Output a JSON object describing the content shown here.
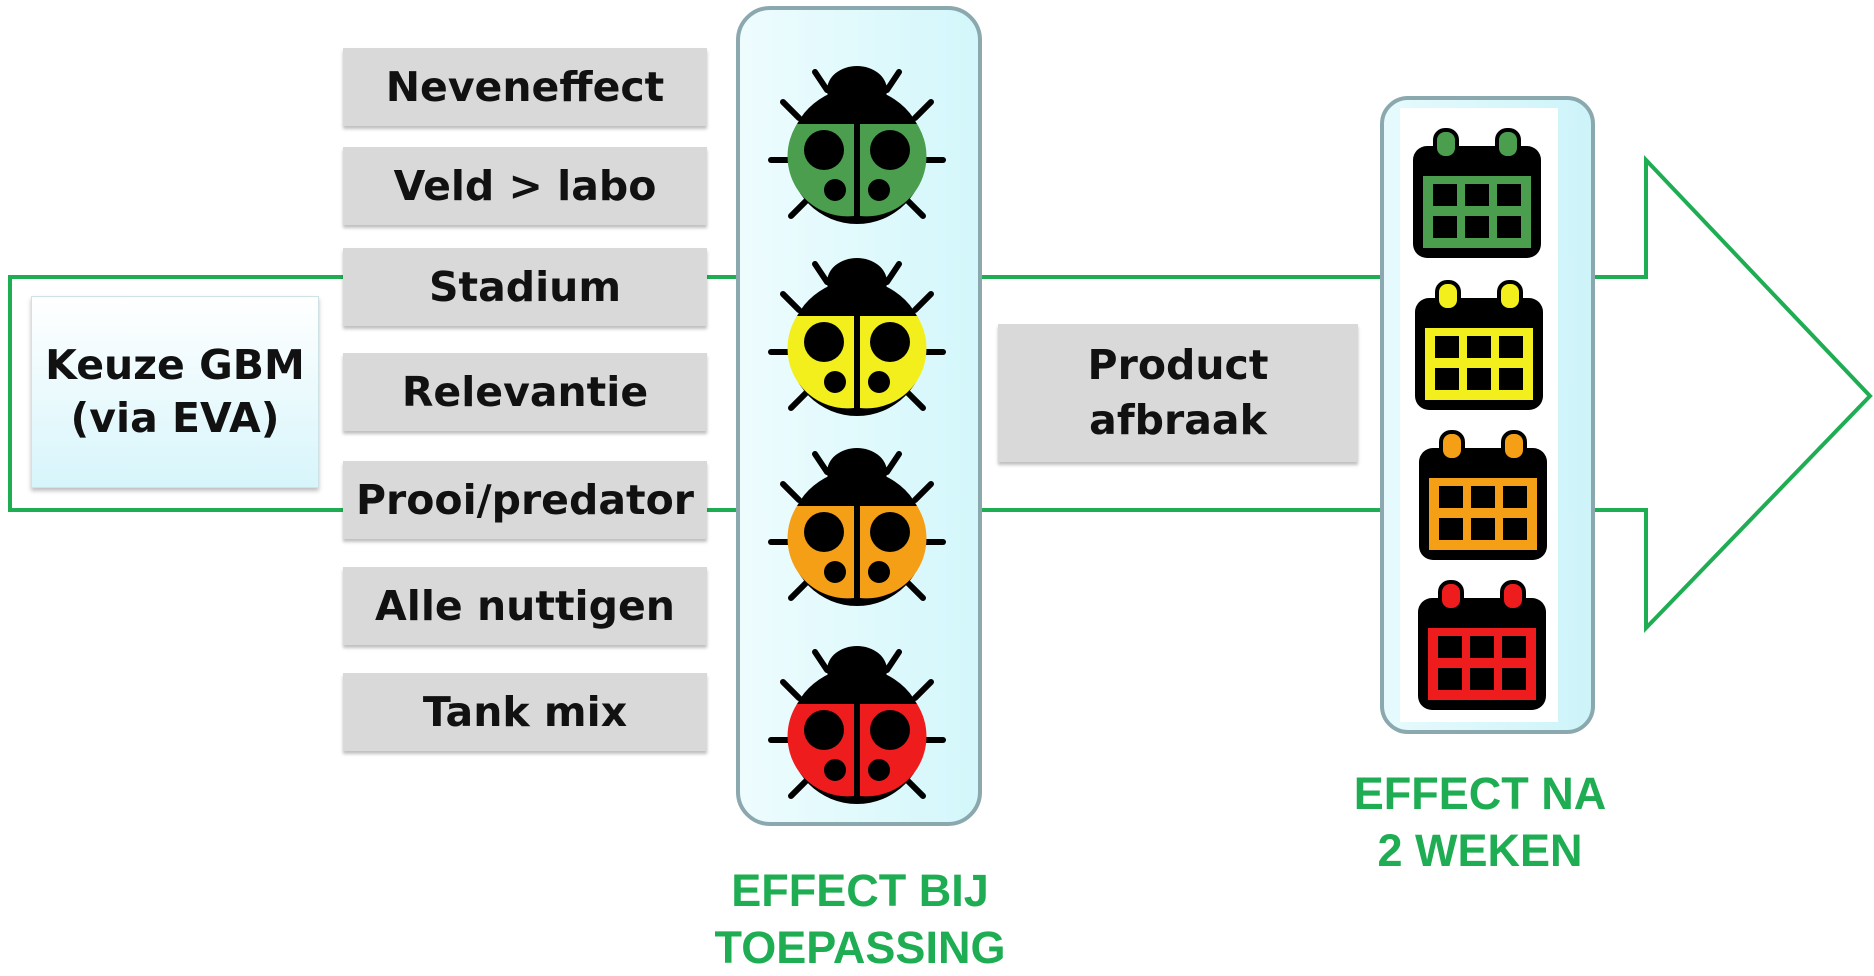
{
  "left_box": {
    "line1": "Keuze GBM",
    "line2": "(via EVA)"
  },
  "factors": [
    "Neveneffect",
    "Veld > labo",
    "Stadium",
    "Relevantie",
    "Prooi/predator",
    "Alle nuttigen",
    "Tank mix"
  ],
  "product_box": {
    "line1": "Product",
    "line2": "afbraak"
  },
  "label_application": {
    "line1": "EFFECT BIJ",
    "line2": "TOEPASSING"
  },
  "label_two_weeks": {
    "line1": "EFFECT NA",
    "line2": "2 WEKEN"
  },
  "ladybug_colors": [
    "#4a9e4e",
    "#f2ef1c",
    "#f59f17",
    "#ee1c1c"
  ],
  "calendar_colors": [
    "#4a9e4e",
    "#f2ef1c",
    "#f59f17",
    "#ee1c1c"
  ],
  "icons": {
    "effect_at_application": "ladybug-icon",
    "effect_after_two_weeks": "calendar-icon"
  },
  "accent_color": "#1fad53"
}
